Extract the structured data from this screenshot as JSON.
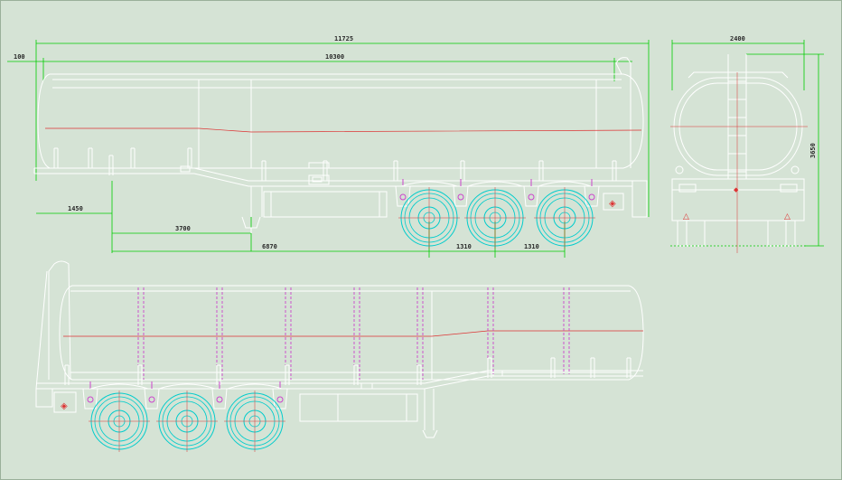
{
  "drawing": {
    "colors": {
      "background": "#d5e3d5",
      "outline": "#ffffff",
      "dimension": "#00cc00",
      "centerline": "#dd3333",
      "wheel": "#00cccc",
      "hidden": "#cc44cc"
    },
    "dimensions": {
      "overall_length": "11725",
      "tank_length": "10300",
      "front_offset": "100",
      "front_to_support": "1450",
      "support_to_axle": "3700",
      "kingpin_to_axle": "6870",
      "axle_spacing_1": "1310",
      "axle_spacing_2": "1310",
      "overall_width": "2400",
      "overall_height": "3650"
    }
  }
}
